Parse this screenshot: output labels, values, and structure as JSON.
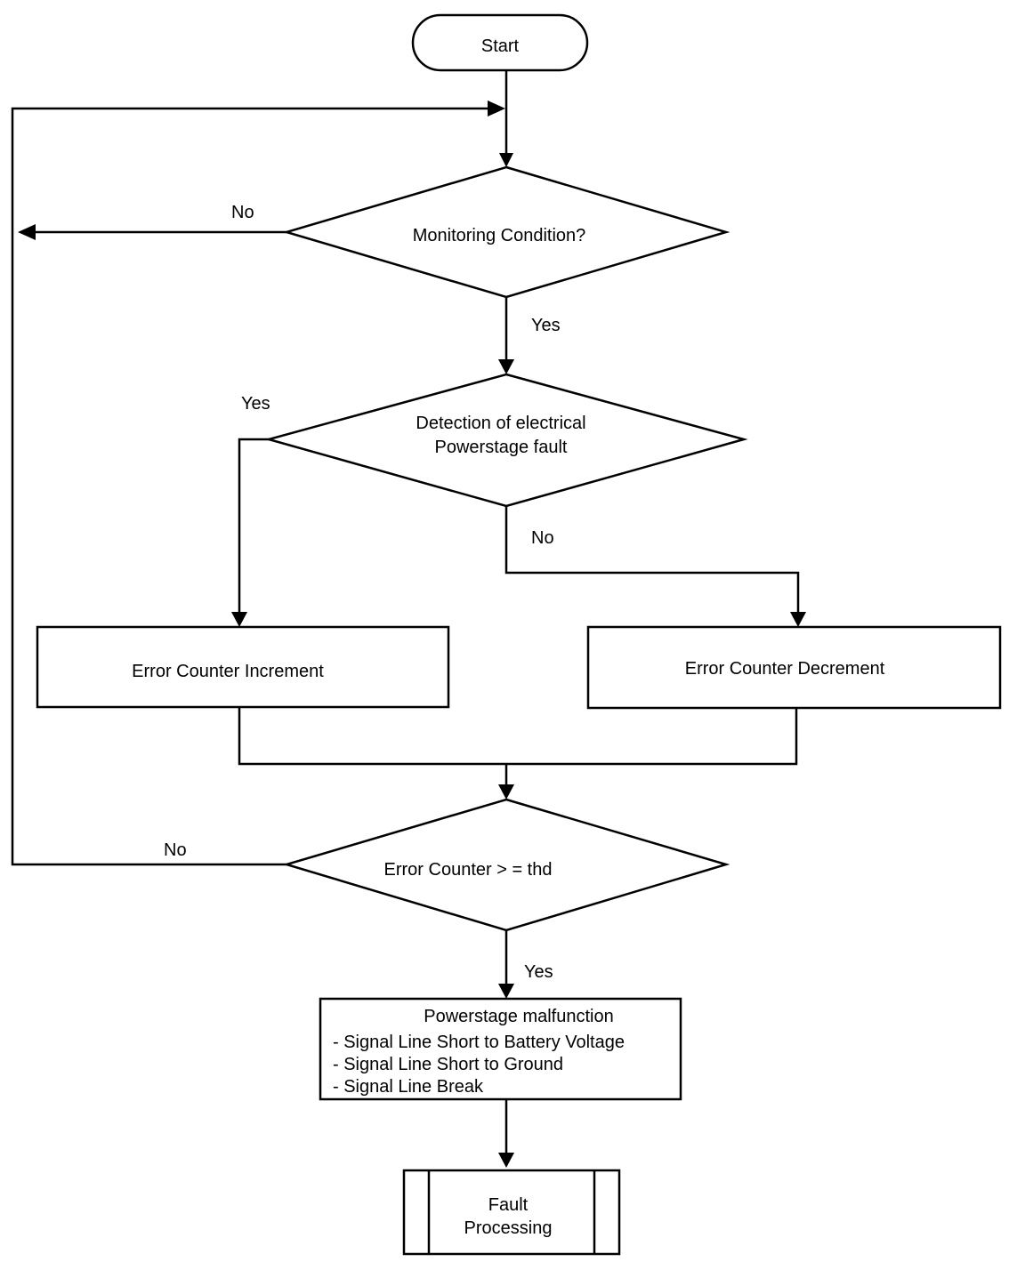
{
  "nodes": {
    "start": "Start",
    "monitoring": "Monitoring Condition?",
    "detection": [
      "Detection of electrical",
      "Powerstage fault"
    ],
    "increment": "Error Counter Increment",
    "decrement": "Error Counter Decrement",
    "threshold": "Error Counter > =  thd",
    "malfunction_title": "Powerstage malfunction",
    "malfunction_items": [
      "- Signal Line Short to Battery Voltage",
      "- Signal Line Short to Ground",
      "- Signal Line Break"
    ],
    "fault": [
      "Fault",
      "Processing"
    ]
  },
  "edge_labels": {
    "monitoring_no": "No",
    "monitoring_yes": "Yes",
    "detection_yes": "Yes",
    "detection_no": "No",
    "threshold_no": "No",
    "threshold_yes": "Yes"
  }
}
